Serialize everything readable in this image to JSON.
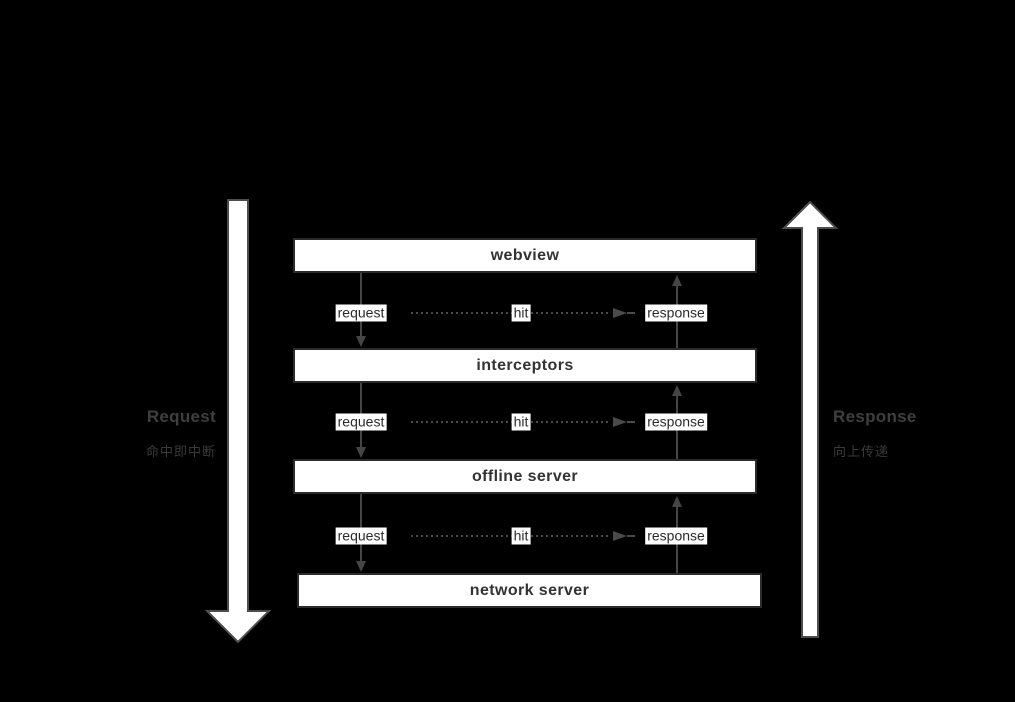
{
  "diagram": {
    "layers": [
      {
        "label": "webview"
      },
      {
        "label": "interceptors"
      },
      {
        "label": "offline server"
      },
      {
        "label": "network server"
      }
    ],
    "connections": [
      {
        "request": "request",
        "hit": "hit",
        "response": "response"
      },
      {
        "request": "request",
        "hit": "hit",
        "response": "response"
      },
      {
        "request": "request",
        "hit": "hit",
        "response": "response"
      }
    ],
    "annotations": {
      "left": {
        "title": "Request",
        "subtitle": "命中即中断"
      },
      "right": {
        "title": "Response",
        "subtitle": "向上传递"
      }
    },
    "colors": {
      "background": "#000000",
      "layer_fill": "#ffffff",
      "layer_border": "#2b2b2b",
      "layer_text": "#333333",
      "connector_gray": "#4a4a4a",
      "big_arrow_fill": "#ffffff",
      "big_arrow_outline": "#4d4d4d",
      "annotation_text": "#3f3f3f"
    }
  }
}
